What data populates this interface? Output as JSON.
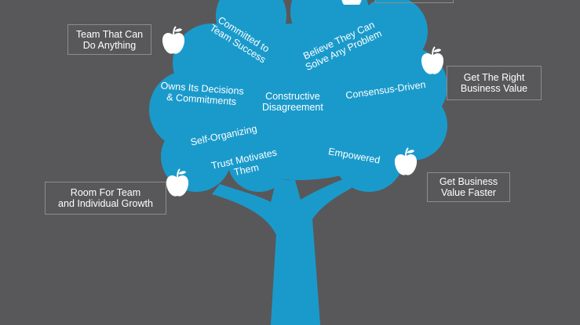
{
  "tree_labels": {
    "committed": [
      "Committed to",
      "Team Success"
    ],
    "believe": [
      "Believe They Can",
      "Solve Any Problem"
    ],
    "owns": [
      "Owns Its Decisions",
      "& Commitments"
    ],
    "constructive": [
      "Constructive",
      "Disagreement"
    ],
    "consensus": [
      "Consensus-Driven"
    ],
    "self_organizing": [
      "Self-Organizing"
    ],
    "trust": [
      "Trust Motivates",
      "Them"
    ],
    "empowered": [
      "Empowered"
    ]
  },
  "callouts": {
    "team_anything": [
      "Team That Can",
      "Do Anything"
    ],
    "right_value": [
      "Get The Right",
      "Business Value"
    ],
    "value_faster": [
      "Get Business",
      "Value Faster"
    ],
    "room_growth": [
      "Room For Team",
      "and Individual Growth"
    ]
  },
  "colors": {
    "background": "#58585a",
    "tree": "#1a9acb",
    "apple": "#ffffff",
    "callout_border": "#8c8c8e"
  },
  "icons": [
    "apple-icon"
  ]
}
